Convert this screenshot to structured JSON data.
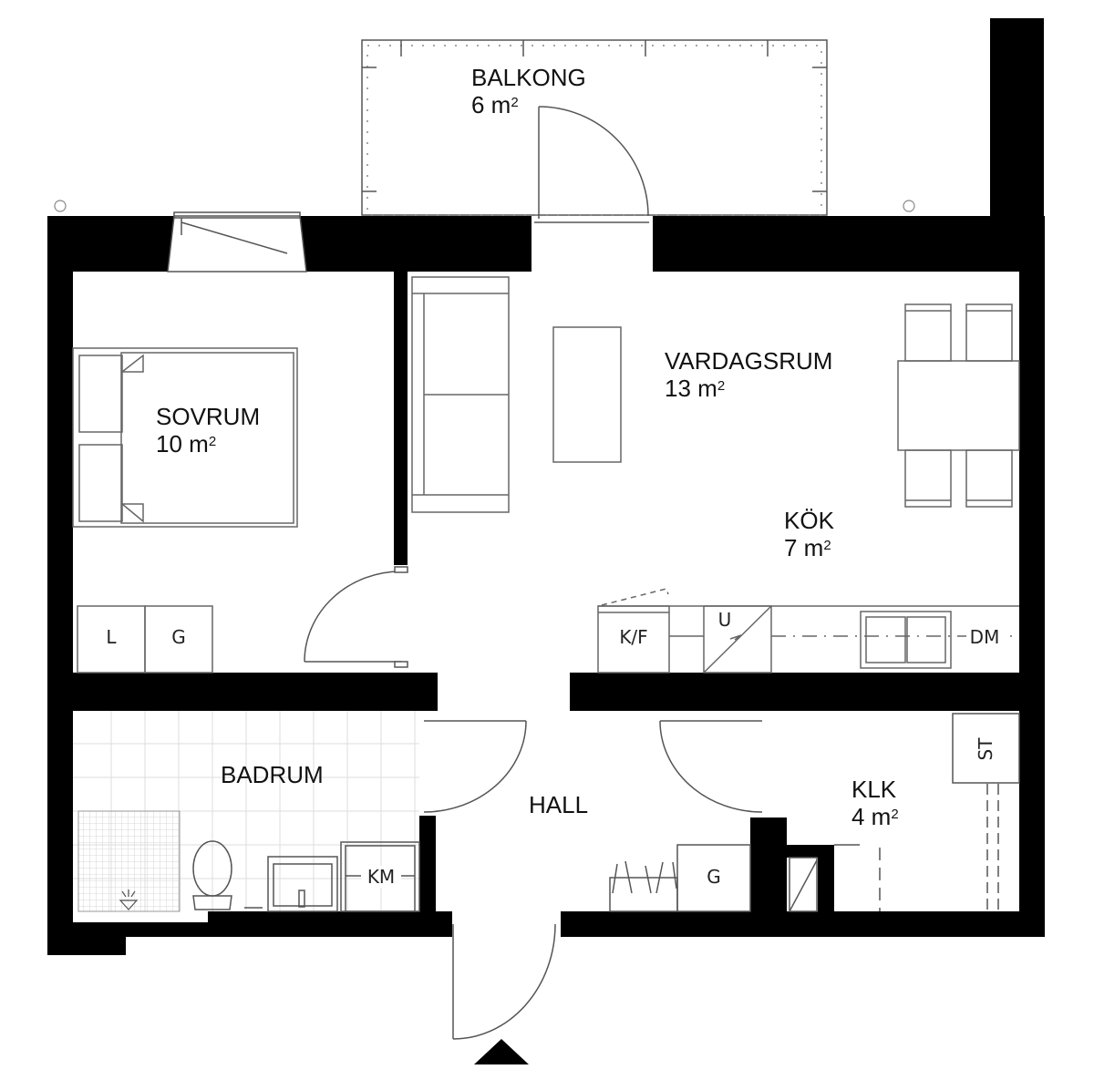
{
  "plan": {
    "rooms": [
      {
        "id": "balkong",
        "name": "BALKONG",
        "area": "6 m",
        "sup": "2"
      },
      {
        "id": "sovrum",
        "name": "SOVRUM",
        "area": "10 m",
        "sup": "2"
      },
      {
        "id": "vardagsrum",
        "name": "VARDAGSRUM",
        "area": "13 m",
        "sup": "2"
      },
      {
        "id": "kok",
        "name": "KÖK",
        "area": "7 m",
        "sup": "2"
      },
      {
        "id": "badrum",
        "name": "BADRUM",
        "area": "",
        "sup": ""
      },
      {
        "id": "hall",
        "name": "HALL",
        "area": "",
        "sup": ""
      },
      {
        "id": "klk",
        "name": "KLK",
        "area": "4 m",
        "sup": "2"
      }
    ],
    "fixtures": {
      "linen": "L",
      "wardrobe_bedroom": "G",
      "fridge_freezer": "K/F",
      "oven": "U",
      "dishwasher": "DM",
      "washing_machine": "KM",
      "wardrobe_hall": "G",
      "storage": "ST"
    },
    "colors": {
      "wall": "#000000",
      "line": "#555555",
      "tile": "#cccccc",
      "background": "#ffffff"
    }
  }
}
